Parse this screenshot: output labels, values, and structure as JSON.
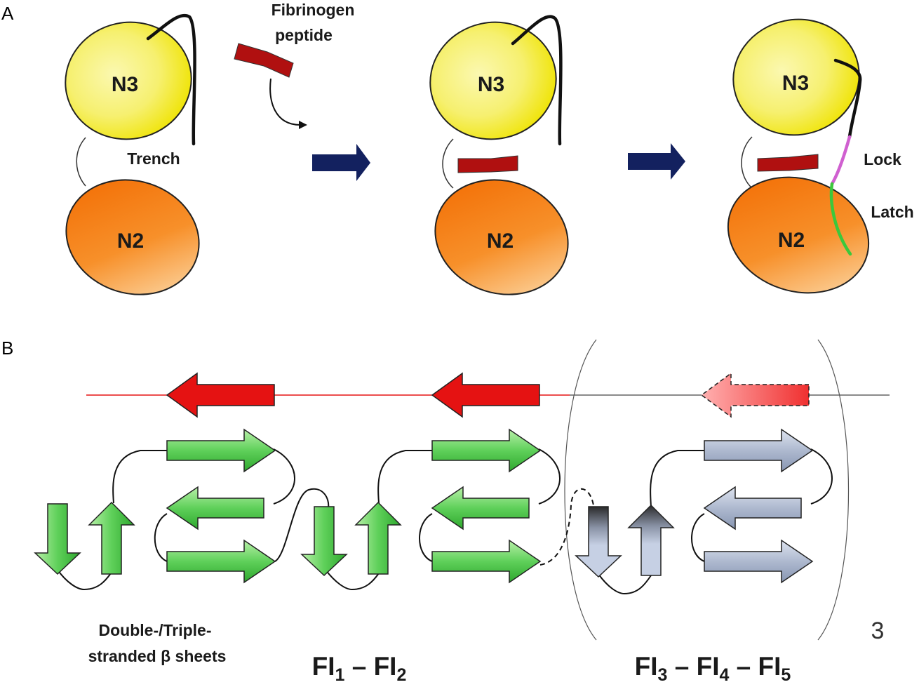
{
  "panel_a": {
    "letter": "A",
    "domains": {
      "n3": "N3",
      "n2": "N2"
    },
    "labels": {
      "fibrinogen_line1": "Fibrinogen",
      "fibrinogen_line2": "peptide",
      "trench": "Trench",
      "lock": "Lock",
      "latch": "Latch"
    },
    "colors": {
      "n3_fill": "#f4ee3c",
      "n2_fill": "#f47a10",
      "peptide": "#b01010",
      "arrow": "#13215f",
      "lock": "#d060d0",
      "latch": "#3cc83c"
    }
  },
  "panel_b": {
    "letter": "B",
    "caption_line1": "Double-/Triple-",
    "caption_line2": "stranded β sheets",
    "group1": {
      "fi": "FI",
      "sub1": "1",
      "dash": " – ",
      "sub2": "2"
    },
    "group2": {
      "fi": "FI",
      "sub3": "3",
      "sub4": "4",
      "sub5": "5",
      "dash": " – "
    },
    "repeat_count": "3",
    "colors": {
      "strand_green": "#42c242",
      "strand_gray": "#9aa7c0",
      "strand_red": "#e51212"
    }
  }
}
